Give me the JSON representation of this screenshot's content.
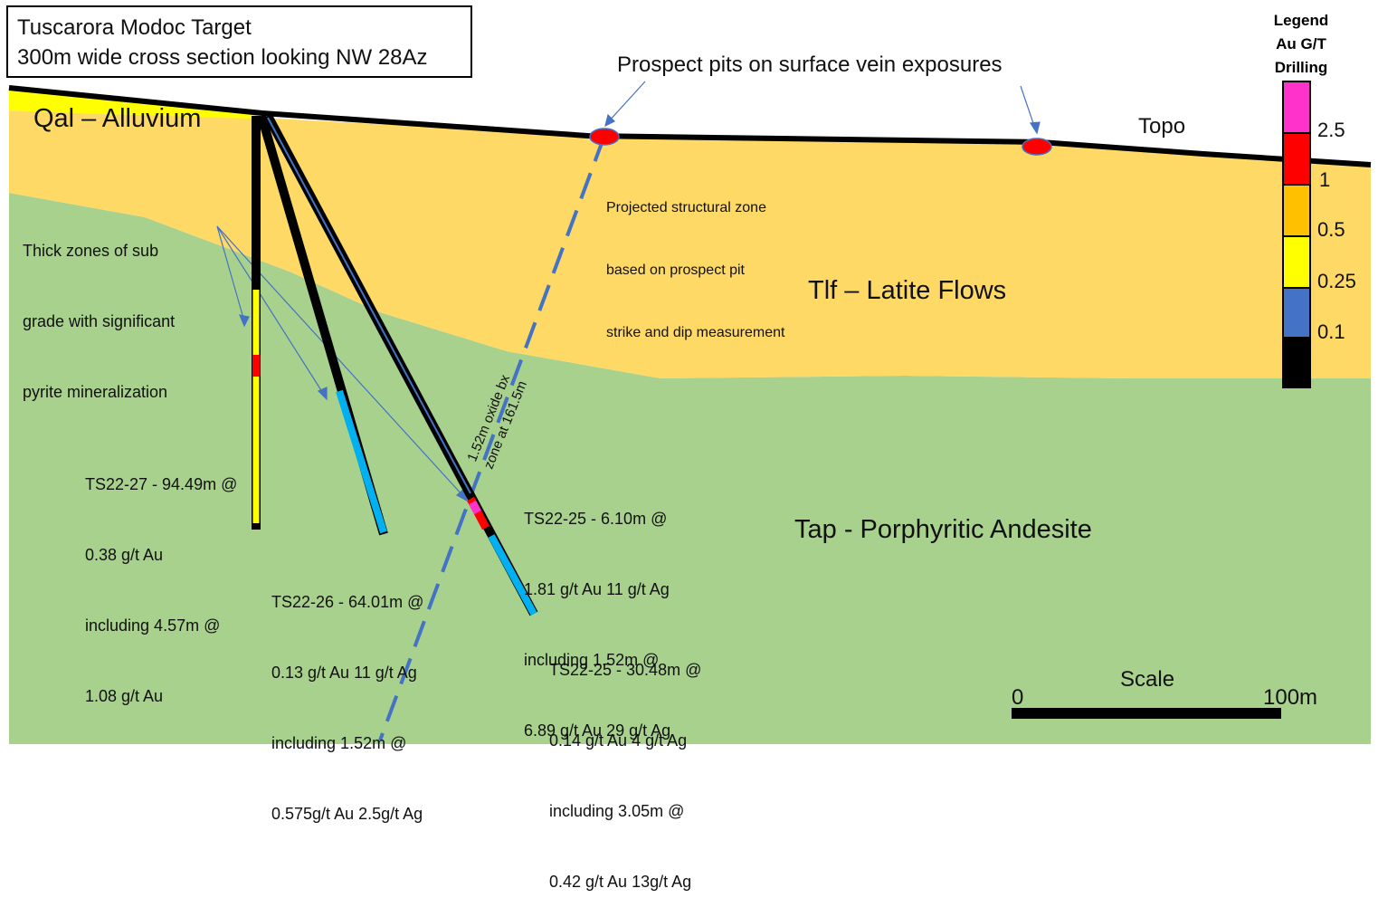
{
  "title": {
    "line1": "Tuscarora Modoc Target",
    "line2": "300m wide cross section looking NW 28Az"
  },
  "units": {
    "qal": "Qal – Alluvium",
    "tlf": "Tlf – Latite Flows",
    "tap": "Tap - Porphyritic Andesite"
  },
  "labels": {
    "topo": "Topo",
    "prospect_pits": "Prospect pits on surface vein exposures",
    "structural_zone": [
      "Projected structural zone",
      "based on prospect pit",
      "strike and dip measurement"
    ],
    "thick_zones": [
      "Thick zones of sub",
      "grade with significant",
      "pyrite mineralization"
    ],
    "oxide_bx": [
      "1.52m oxide bx",
      "zone at 161.5m"
    ]
  },
  "intercepts": {
    "ts22_27": [
      "TS22-27 - 94.49m @",
      "0.38 g/t Au",
      "including 4.57m @",
      "1.08 g/t Au"
    ],
    "ts22_26": [
      "TS22-26 - 64.01m @",
      "0.13 g/t Au 11 g/t Ag",
      "including 1.52m @",
      "0.575g/t Au 2.5g/t Ag"
    ],
    "ts22_25_a": [
      "TS22-25 - 6.10m @",
      "1.81 g/t Au 11 g/t Ag",
      "including 1.52m @",
      "6.89 g/t Au 29 g/t Ag"
    ],
    "ts22_25_b": [
      "TS22-25 - 30.48m @",
      "0.14 g/t Au 4 g/t Ag",
      "including 3.05m @",
      "0.42 g/t Au 13g/t Ag"
    ]
  },
  "legend": {
    "title": "Legend Au G/T Drilling",
    "thresholds": [
      "2.5",
      "1",
      "0.5",
      "0.25",
      "0.1"
    ],
    "colors": [
      "#ff33cc",
      "#ff0000",
      "#ffc000",
      "#ffff00",
      "#4472c4",
      "#000000"
    ]
  },
  "scale": {
    "title": "Scale",
    "min": "0",
    "max": "100m"
  },
  "colors": {
    "alluvium": "#ffff00",
    "latite": "#ffd966",
    "andesite": "#a9d18e",
    "fault": "#4472c4",
    "pit": "#ff0000",
    "low_grade": "#00b0f0"
  }
}
